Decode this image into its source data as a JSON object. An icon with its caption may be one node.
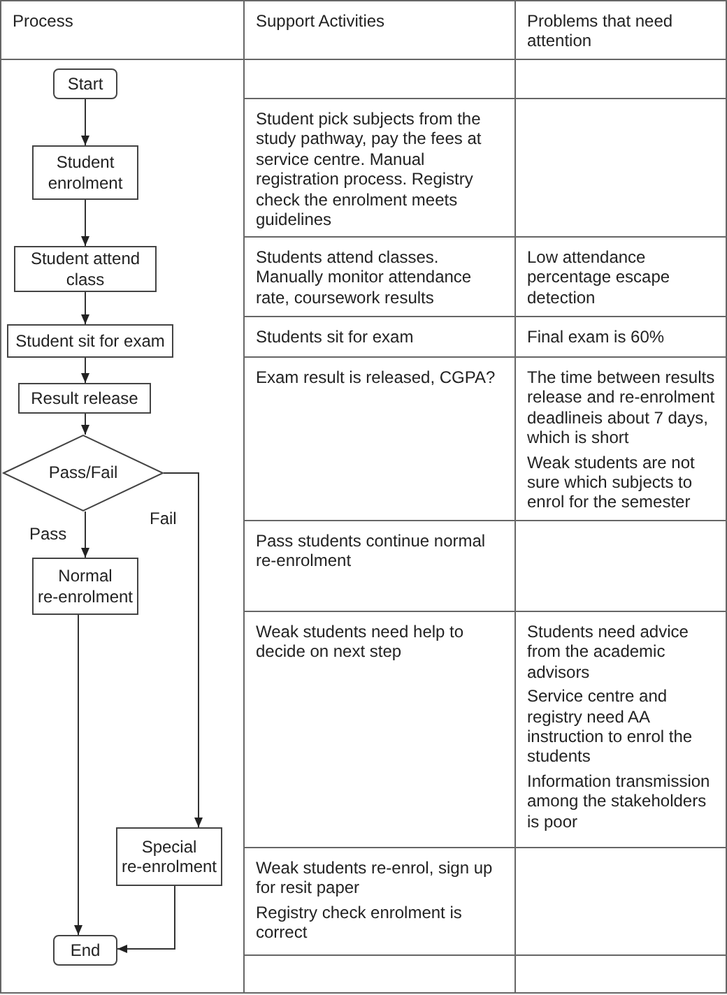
{
  "diagram": {
    "nodes": [
      {
        "text": [
          "Start"
        ]
      },
      {
        "text": [
          "Student enrolment"
        ]
      },
      {
        "text": [
          "Student attend class"
        ]
      },
      {
        "text": [
          "Student sit for exam"
        ]
      },
      {
        "text": [
          "Result release"
        ]
      },
      {
        "text": [
          "Pass/Fail"
        ]
      },
      {
        "text": [
          "Normal re-enrolment"
        ]
      },
      {
        "text": [
          "Special re-enrolment"
        ]
      },
      {
        "text": [
          "End"
        ]
      }
    ],
    "edges": [
      {
        "from": 0,
        "to": 1,
        "arrow": "to"
      },
      {
        "from": 1,
        "to": 2,
        "arrow": "to"
      },
      {
        "from": 2,
        "to": 3,
        "arrow": "to"
      },
      {
        "from": 3,
        "to": 4,
        "arrow": "to"
      },
      {
        "from": 4,
        "to": 5,
        "arrow": "to"
      },
      {
        "from": 5,
        "to": 6,
        "arrow": "to",
        "label": "Pass"
      },
      {
        "from": 5,
        "to": 7,
        "arrow": "to",
        "label": "Fail"
      },
      {
        "from": 6,
        "to": 8,
        "arrow": "to"
      },
      {
        "from": 7,
        "to": 8,
        "arrow": "to"
      }
    ],
    "labels": [
      "Process",
      "Support Activities",
      "Problems that need attention",
      "Student pick subjects from the study pathway, pay the fees at service centre. Manual registration process. Registry check the enrolment meets guidelines",
      "Students attend classes. Manually monitor attendance rate, coursework results",
      "Low attendance percentage escape detection",
      "Students sit for exam",
      "Final exam is 60%",
      "Exam result is released, CGPA?",
      "The time between results release and re-enrolment deadlineis about 7 days, which is short",
      "Weak students are not sure which subjects to enrol for the semester",
      "Pass students continue normal re-enrolment",
      "Weak students need help to decide on next step",
      "Students need advice from the academic advisors",
      "Service centre and registry need AA instruction to enrol the students",
      "Information transmission among the stakeholders is poor",
      "Weak students re-enrol, sign up for resit paper",
      "Registry check enrolment is correct"
    ]
  }
}
